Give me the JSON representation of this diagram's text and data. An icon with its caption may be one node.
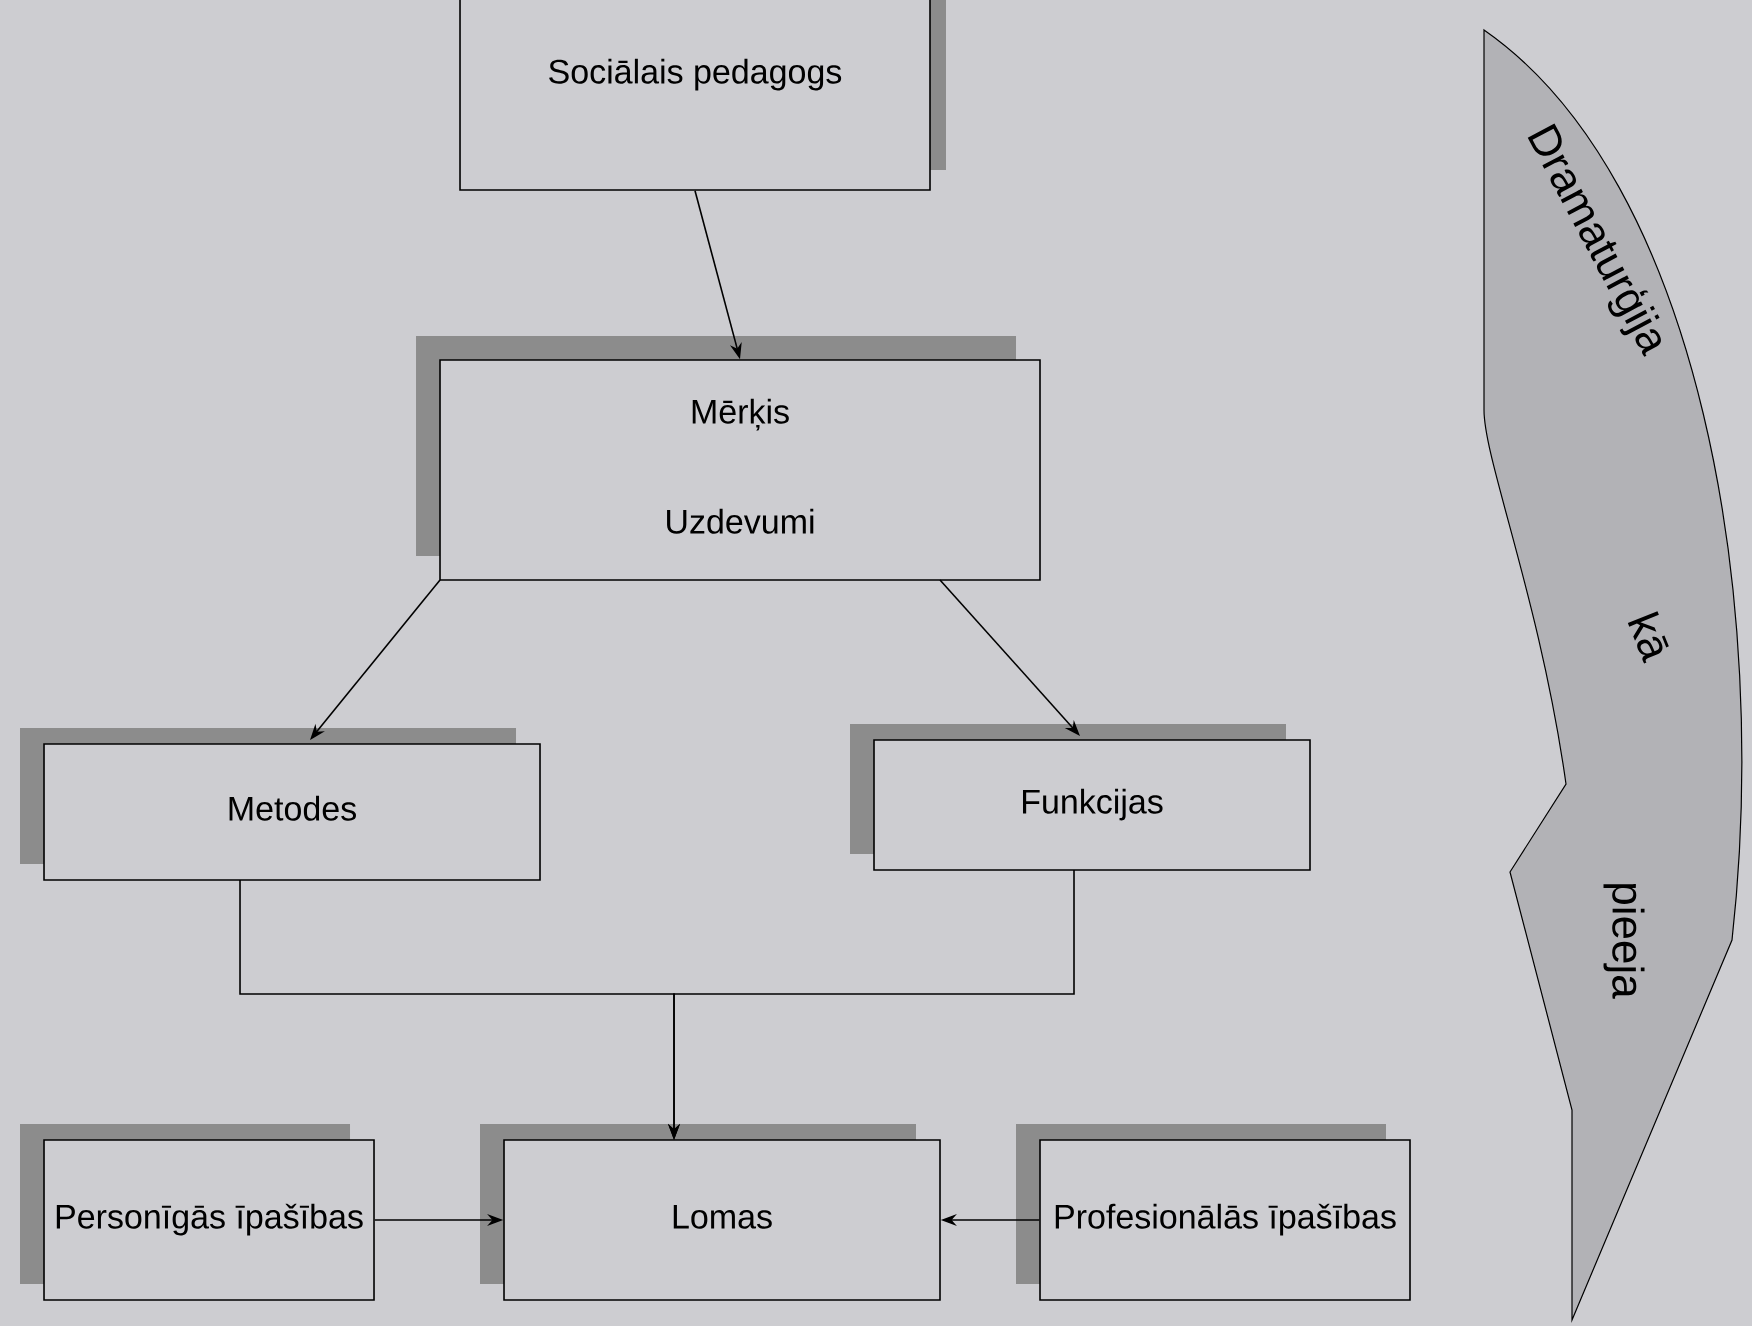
{
  "diagram": {
    "nodes": [
      {
        "text": [
          "Sociālais pedagogs"
        ]
      },
      {
        "text": [
          "Mērķis",
          "Uzdevumi"
        ]
      },
      {
        "text": [
          "Metodes"
        ]
      },
      {
        "text": [
          "Funkcijas"
        ]
      },
      {
        "text": [
          "Personīgās īpašības"
        ]
      },
      {
        "text": [
          "Lomas"
        ]
      },
      {
        "text": [
          "Profesionālās īpašības"
        ]
      },
      {
        "text": [
          "Dramaturģija",
          "kā",
          "pieeja"
        ]
      }
    ],
    "edges": [
      {
        "from": 0,
        "to": 1,
        "arrow": "to"
      },
      {
        "from": 1,
        "to": 2,
        "arrow": "to"
      },
      {
        "from": 1,
        "to": 3,
        "arrow": "to"
      },
      {
        "from": 2,
        "to": 5,
        "arrow": "to"
      },
      {
        "from": 3,
        "to": 5,
        "arrow": "to"
      },
      {
        "from": 4,
        "to": 5,
        "arrow": "to"
      },
      {
        "from": 6,
        "to": 5,
        "arrow": "to"
      }
    ]
  }
}
